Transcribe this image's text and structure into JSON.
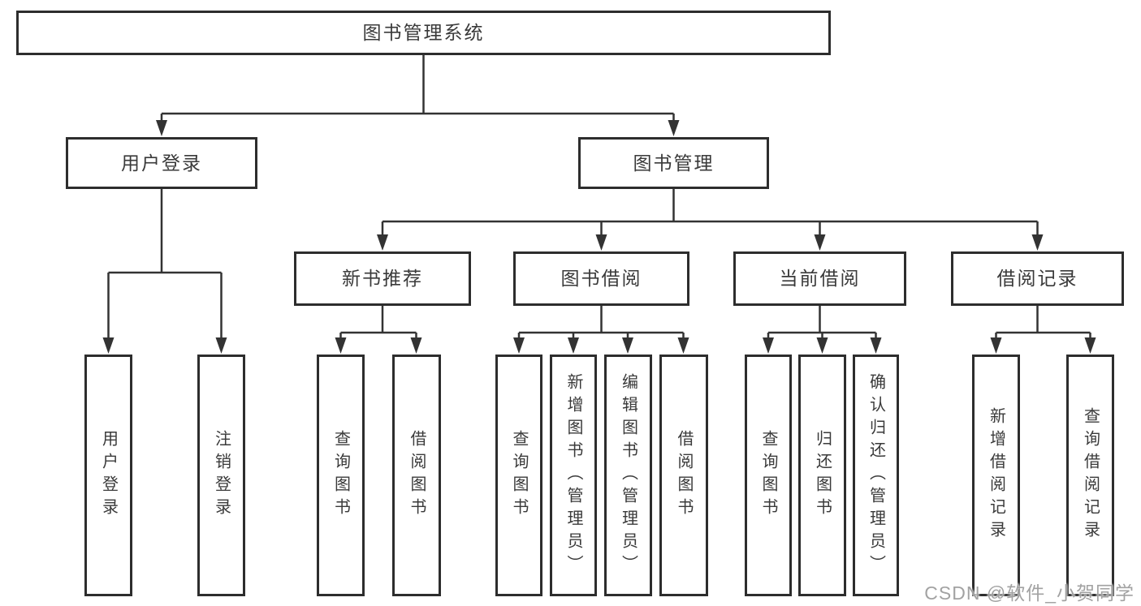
{
  "tree": {
    "label": "图书管理系统",
    "children": [
      {
        "label": "用户登录",
        "children": [
          {
            "label": "用户登录"
          },
          {
            "label": "注销登录"
          }
        ]
      },
      {
        "label": "图书管理",
        "children": [
          {
            "label": "新书推荐",
            "children": [
              {
                "label": "查询图书"
              },
              {
                "label": "借阅图书"
              }
            ]
          },
          {
            "label": "图书借阅",
            "children": [
              {
                "label": "查询图书"
              },
              {
                "label": "新增图书（管理员）"
              },
              {
                "label": "编辑图书（管理员）"
              },
              {
                "label": "借阅图书"
              }
            ]
          },
          {
            "label": "当前借阅",
            "children": [
              {
                "label": "查询图书"
              },
              {
                "label": "归还图书"
              },
              {
                "label": "确认归还（管理员）"
              }
            ]
          },
          {
            "label": "借阅记录",
            "children": [
              {
                "label": "新增借阅记录"
              },
              {
                "label": "查询借阅记录"
              }
            ]
          }
        ]
      }
    ]
  },
  "watermark": {
    "text": "CSDN @软件_小贺同学"
  },
  "colors": {
    "line": "#333333",
    "border": "#2d2d2d",
    "text": "#3a3a3a",
    "watermark": "#9a9a9a",
    "background": "#ffffff"
  }
}
